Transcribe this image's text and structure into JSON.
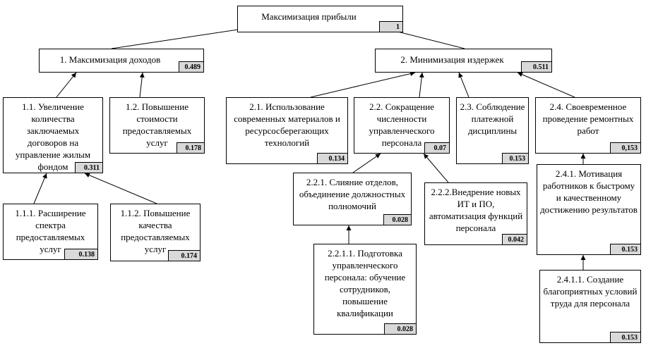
{
  "nodes": {
    "root": {
      "label": "Максимизация прибыли",
      "weight": "1"
    },
    "n1": {
      "label": "1. Максимизация доходов",
      "weight": "0.489"
    },
    "n2": {
      "label": "2. Минимизация издержек",
      "weight": "0.511"
    },
    "n11": {
      "label": "1.1. Увеличение количества заключаемых договоров на управление жилым фондом",
      "weight": "0.311"
    },
    "n12": {
      "label": "1.2. Повышение стоимости предоставляемых услуг",
      "weight": "0.178"
    },
    "n111": {
      "label": "1.1.1. Расширение спектра предоставляемых услуг",
      "weight": "0.138"
    },
    "n112": {
      "label": "1.1.2. Повышение качества предоставляемых услуг",
      "weight": "0.174"
    },
    "n21": {
      "label": "2.1. Использование современных материалов и ресурсосберегающих технологий",
      "weight": "0.134"
    },
    "n22": {
      "label": "2.2. Сокращение численности управленческого персонала",
      "weight": "0.07"
    },
    "n23": {
      "label": "2.3. Соблюдение платежной дисциплины",
      "weight": "0.153"
    },
    "n24": {
      "label": "2.4. Своевременное проведение ремонтных работ",
      "weight": "0,153"
    },
    "n221": {
      "label": "2.2.1. Слияние отделов, объединение должностных полномочий",
      "weight": "0.028"
    },
    "n222": {
      "label": "2.2.2.Внедрение новых ИТ и ПО, автоматизация функций персонала",
      "weight": "0.042"
    },
    "n2211": {
      "label": "2.2.1.1. Подготовка управленческого персонала: обучение сотрудников, повышение квалификации",
      "weight": "0.028"
    },
    "n241": {
      "label": "2.4.1. Мотивация работников к быстрому и качественному достижению результатов",
      "weight": "0.153"
    },
    "n2411": {
      "label": "2.4.1.1. Создание благоприятных условий труда для персонала",
      "weight": "0.153"
    }
  },
  "edges": [
    [
      "n1",
      "root"
    ],
    [
      "n2",
      "root"
    ],
    [
      "n11",
      "n1"
    ],
    [
      "n12",
      "n1"
    ],
    [
      "n111",
      "n11"
    ],
    [
      "n112",
      "n11"
    ],
    [
      "n21",
      "n2"
    ],
    [
      "n22",
      "n2"
    ],
    [
      "n23",
      "n2"
    ],
    [
      "n24",
      "n2"
    ],
    [
      "n221",
      "n22"
    ],
    [
      "n222",
      "n22"
    ],
    [
      "n2211",
      "n221"
    ],
    [
      "n241",
      "n24"
    ],
    [
      "n2411",
      "n241"
    ]
  ]
}
